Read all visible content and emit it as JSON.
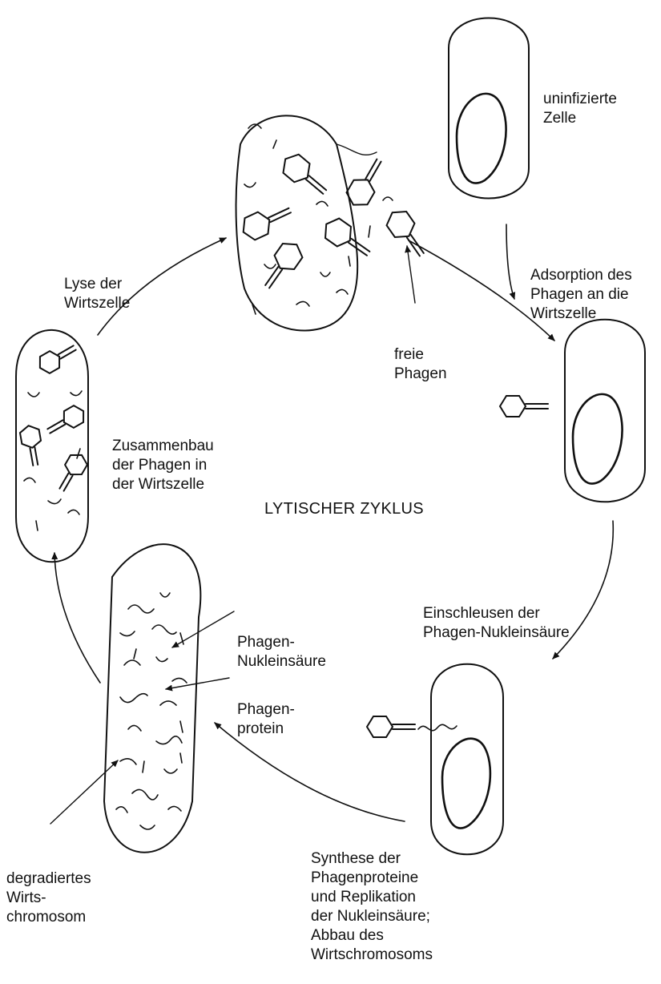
{
  "title": "LYTISCHER ZYKLUS",
  "labels": {
    "uninfected": [
      "uninfizierte",
      "Zelle"
    ],
    "adsorption": [
      "Adsorption des",
      "Phagen an die",
      "Wirtszelle"
    ],
    "free_phages": [
      "freie",
      "Phagen"
    ],
    "lysis": [
      "Lyse der",
      "Wirtszelle"
    ],
    "assembly": [
      "Zusammenbau",
      "der Phagen in",
      "der Wirtszelle"
    ],
    "injection": [
      "Einschleusen der",
      "Phagen-Nukleinsäure"
    ],
    "phage_nucleic_acid": [
      "Phagen-",
      "Nukleinsäure"
    ],
    "phage_protein": [
      "Phagen-",
      "protein"
    ],
    "degraded_chromosome": [
      "degradiertes",
      "Wirts-",
      "chromosom"
    ],
    "synthesis": [
      "Synthese der",
      "Phagenproteine",
      "und Replikation",
      "der Nukleinsäure;",
      "Abbau des",
      "Wirtschromosoms"
    ]
  }
}
